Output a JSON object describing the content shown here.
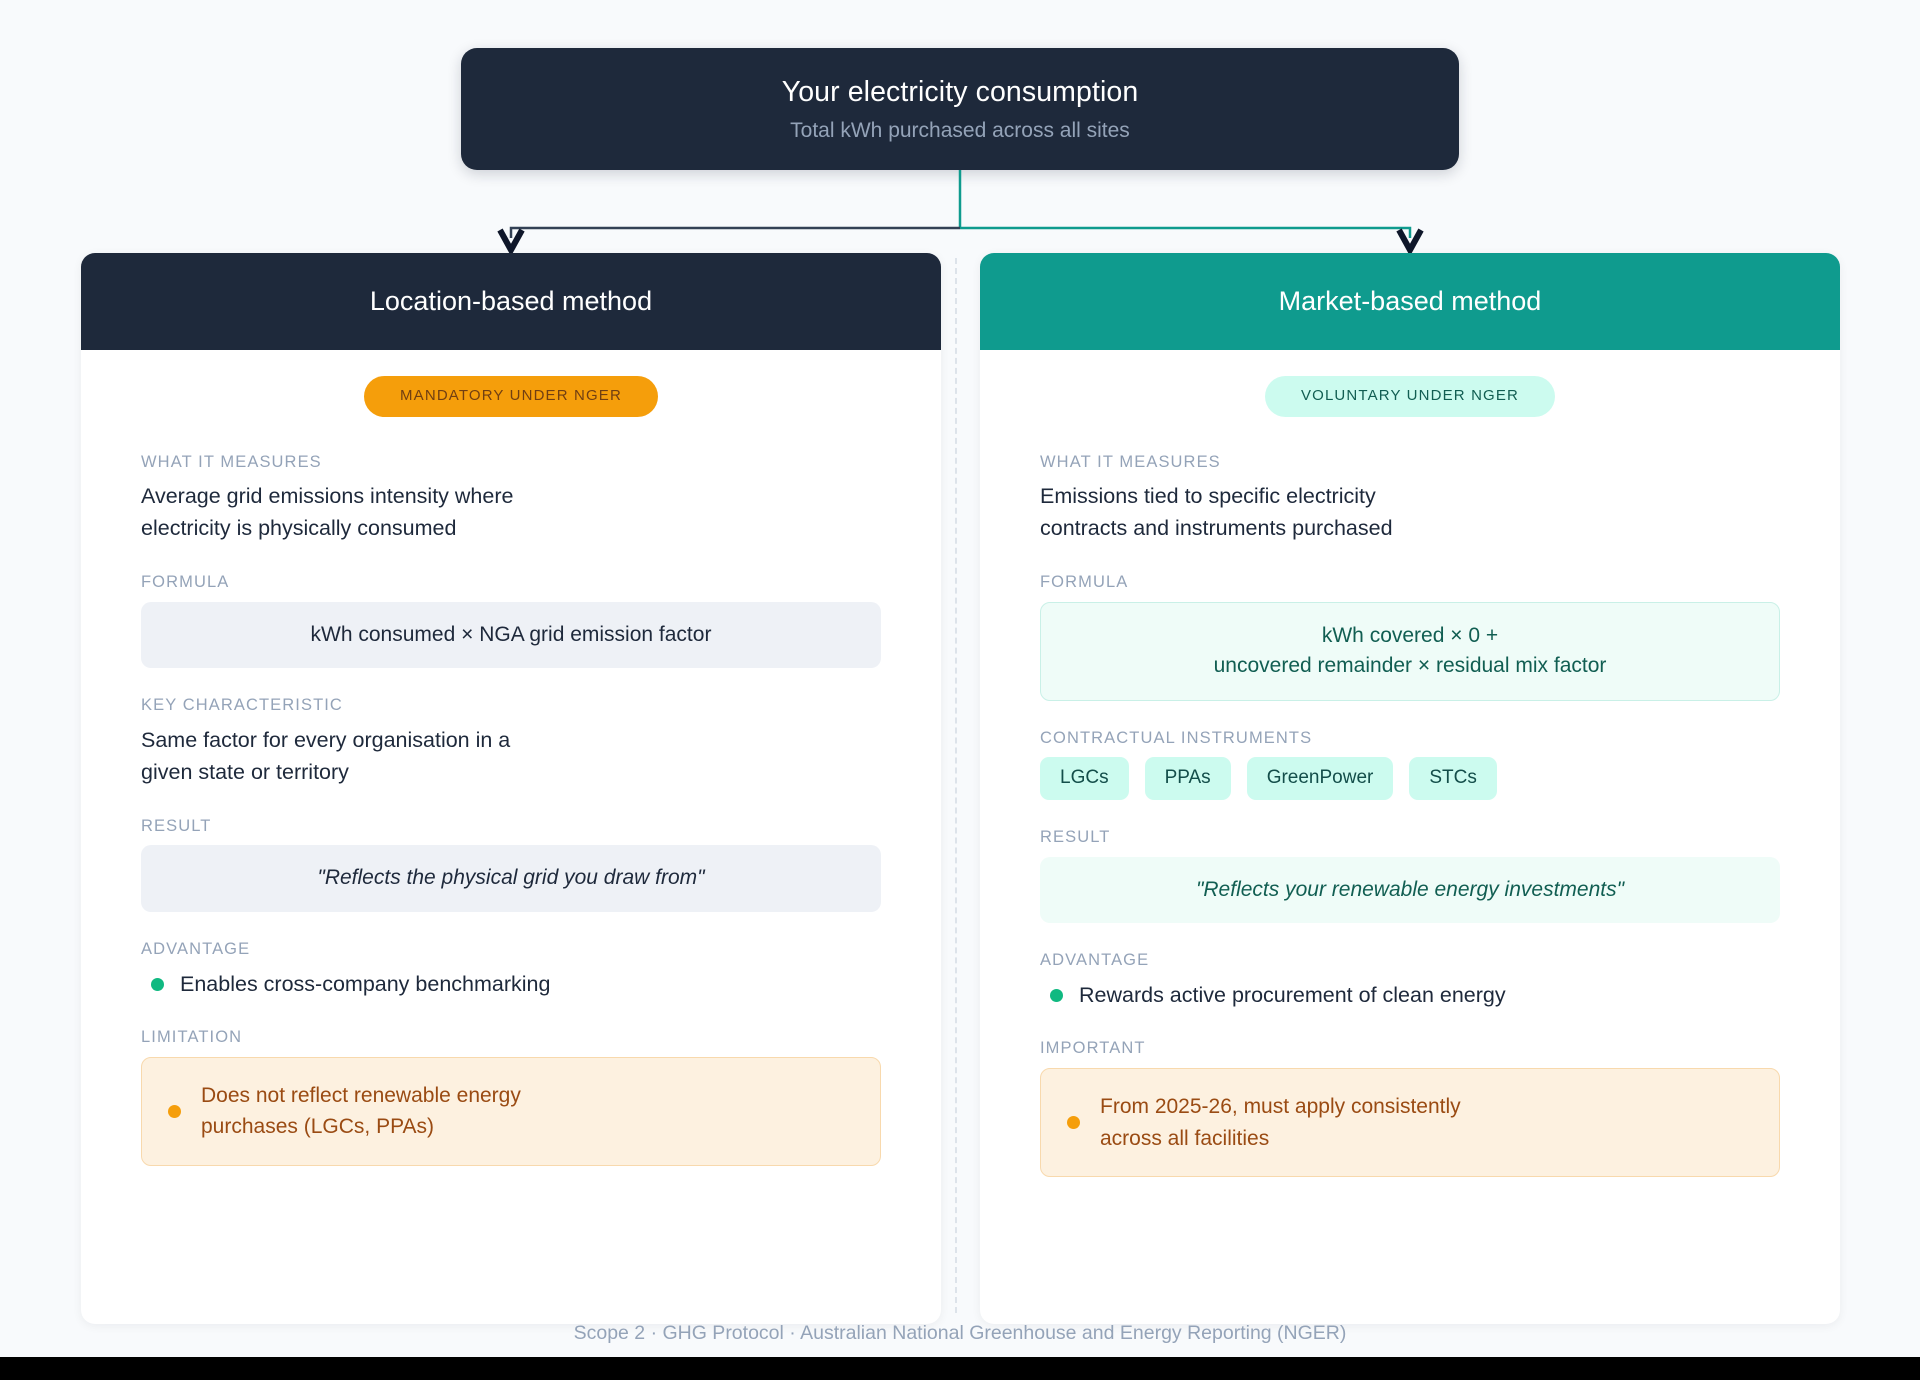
{
  "page": {
    "background_color": "#f8fafc",
    "footer": "Scope 2 · GHG Protocol · Australian National Greenhouse and Energy Reporting (NGER)"
  },
  "top_node": {
    "title": "Your electricity consumption",
    "subtitle": "Total kWh purchased across all sites",
    "background_color": "#1e293b"
  },
  "connectors": {
    "left_branch_color": "#334155",
    "right_branch_color": "#0f9b8e",
    "arrowhead_color": "#0f172a"
  },
  "panels": [
    {
      "id": "location-based",
      "header": "Location-based method",
      "header_color": "#1e293b",
      "badge": {
        "text": "MANDATORY UNDER NGER",
        "background": "#f59e0b",
        "color": "#713f12"
      },
      "what_it_measures": {
        "label": "WHAT IT MEASURES",
        "text": "Average grid emissions intensity where\nelectricity is physically consumed"
      },
      "formula": {
        "label": "FORMULA",
        "text": "kWh consumed × NGA grid emission factor",
        "background": "#eef1f6"
      },
      "key_characteristic": {
        "label": "KEY CHARACTERISTIC",
        "text": "Same factor for every organisation in a\ngiven state or territory"
      },
      "result": {
        "label": "RESULT",
        "text": "\"Reflects the physical grid you draw from\"",
        "background": "#eef1f6"
      },
      "advantage": {
        "label": "ADVANTAGE",
        "text": "Enables cross-company benchmarking",
        "dot_color": "#10b981"
      },
      "note": {
        "label": "LIMITATION",
        "text": "Does not reflect renewable energy\npurchases (LGCs, PPAs)",
        "background": "#fdf1e0",
        "border": "#f8d9ad",
        "color": "#9a4b13",
        "dot_color": "#f59e0b"
      }
    },
    {
      "id": "market-based",
      "header": "Market-based method",
      "header_color": "#0f9b8e",
      "badge": {
        "text": "VOLUNTARY UNDER NGER",
        "background": "#ccfbef",
        "color": "#115e52"
      },
      "what_it_measures": {
        "label": "WHAT IT MEASURES",
        "text": "Emissions tied to specific electricity\ncontracts and instruments purchased"
      },
      "formula": {
        "label": "FORMULA",
        "text": "kWh covered × 0 +\nuncovered remainder × residual mix factor",
        "background": "#effcf8"
      },
      "contractual_instruments": {
        "label": "CONTRACTUAL INSTRUMENTS",
        "items": [
          "LGCs",
          "PPAs",
          "GreenPower",
          "STCs"
        ],
        "chip_background": "#ccfbef",
        "chip_color": "#134e4a"
      },
      "result": {
        "label": "RESULT",
        "text": "\"Reflects your renewable energy investments\"",
        "background": "#effcf8"
      },
      "advantage": {
        "label": "ADVANTAGE",
        "text": "Rewards active procurement of clean energy",
        "dot_color": "#10b981"
      },
      "note": {
        "label": "IMPORTANT",
        "text": "From 2025-26, must apply consistently\nacross all facilities",
        "background": "#fdf1e0",
        "border": "#f8d9ad",
        "color": "#9a4b13",
        "dot_color": "#f59e0b"
      }
    }
  ]
}
